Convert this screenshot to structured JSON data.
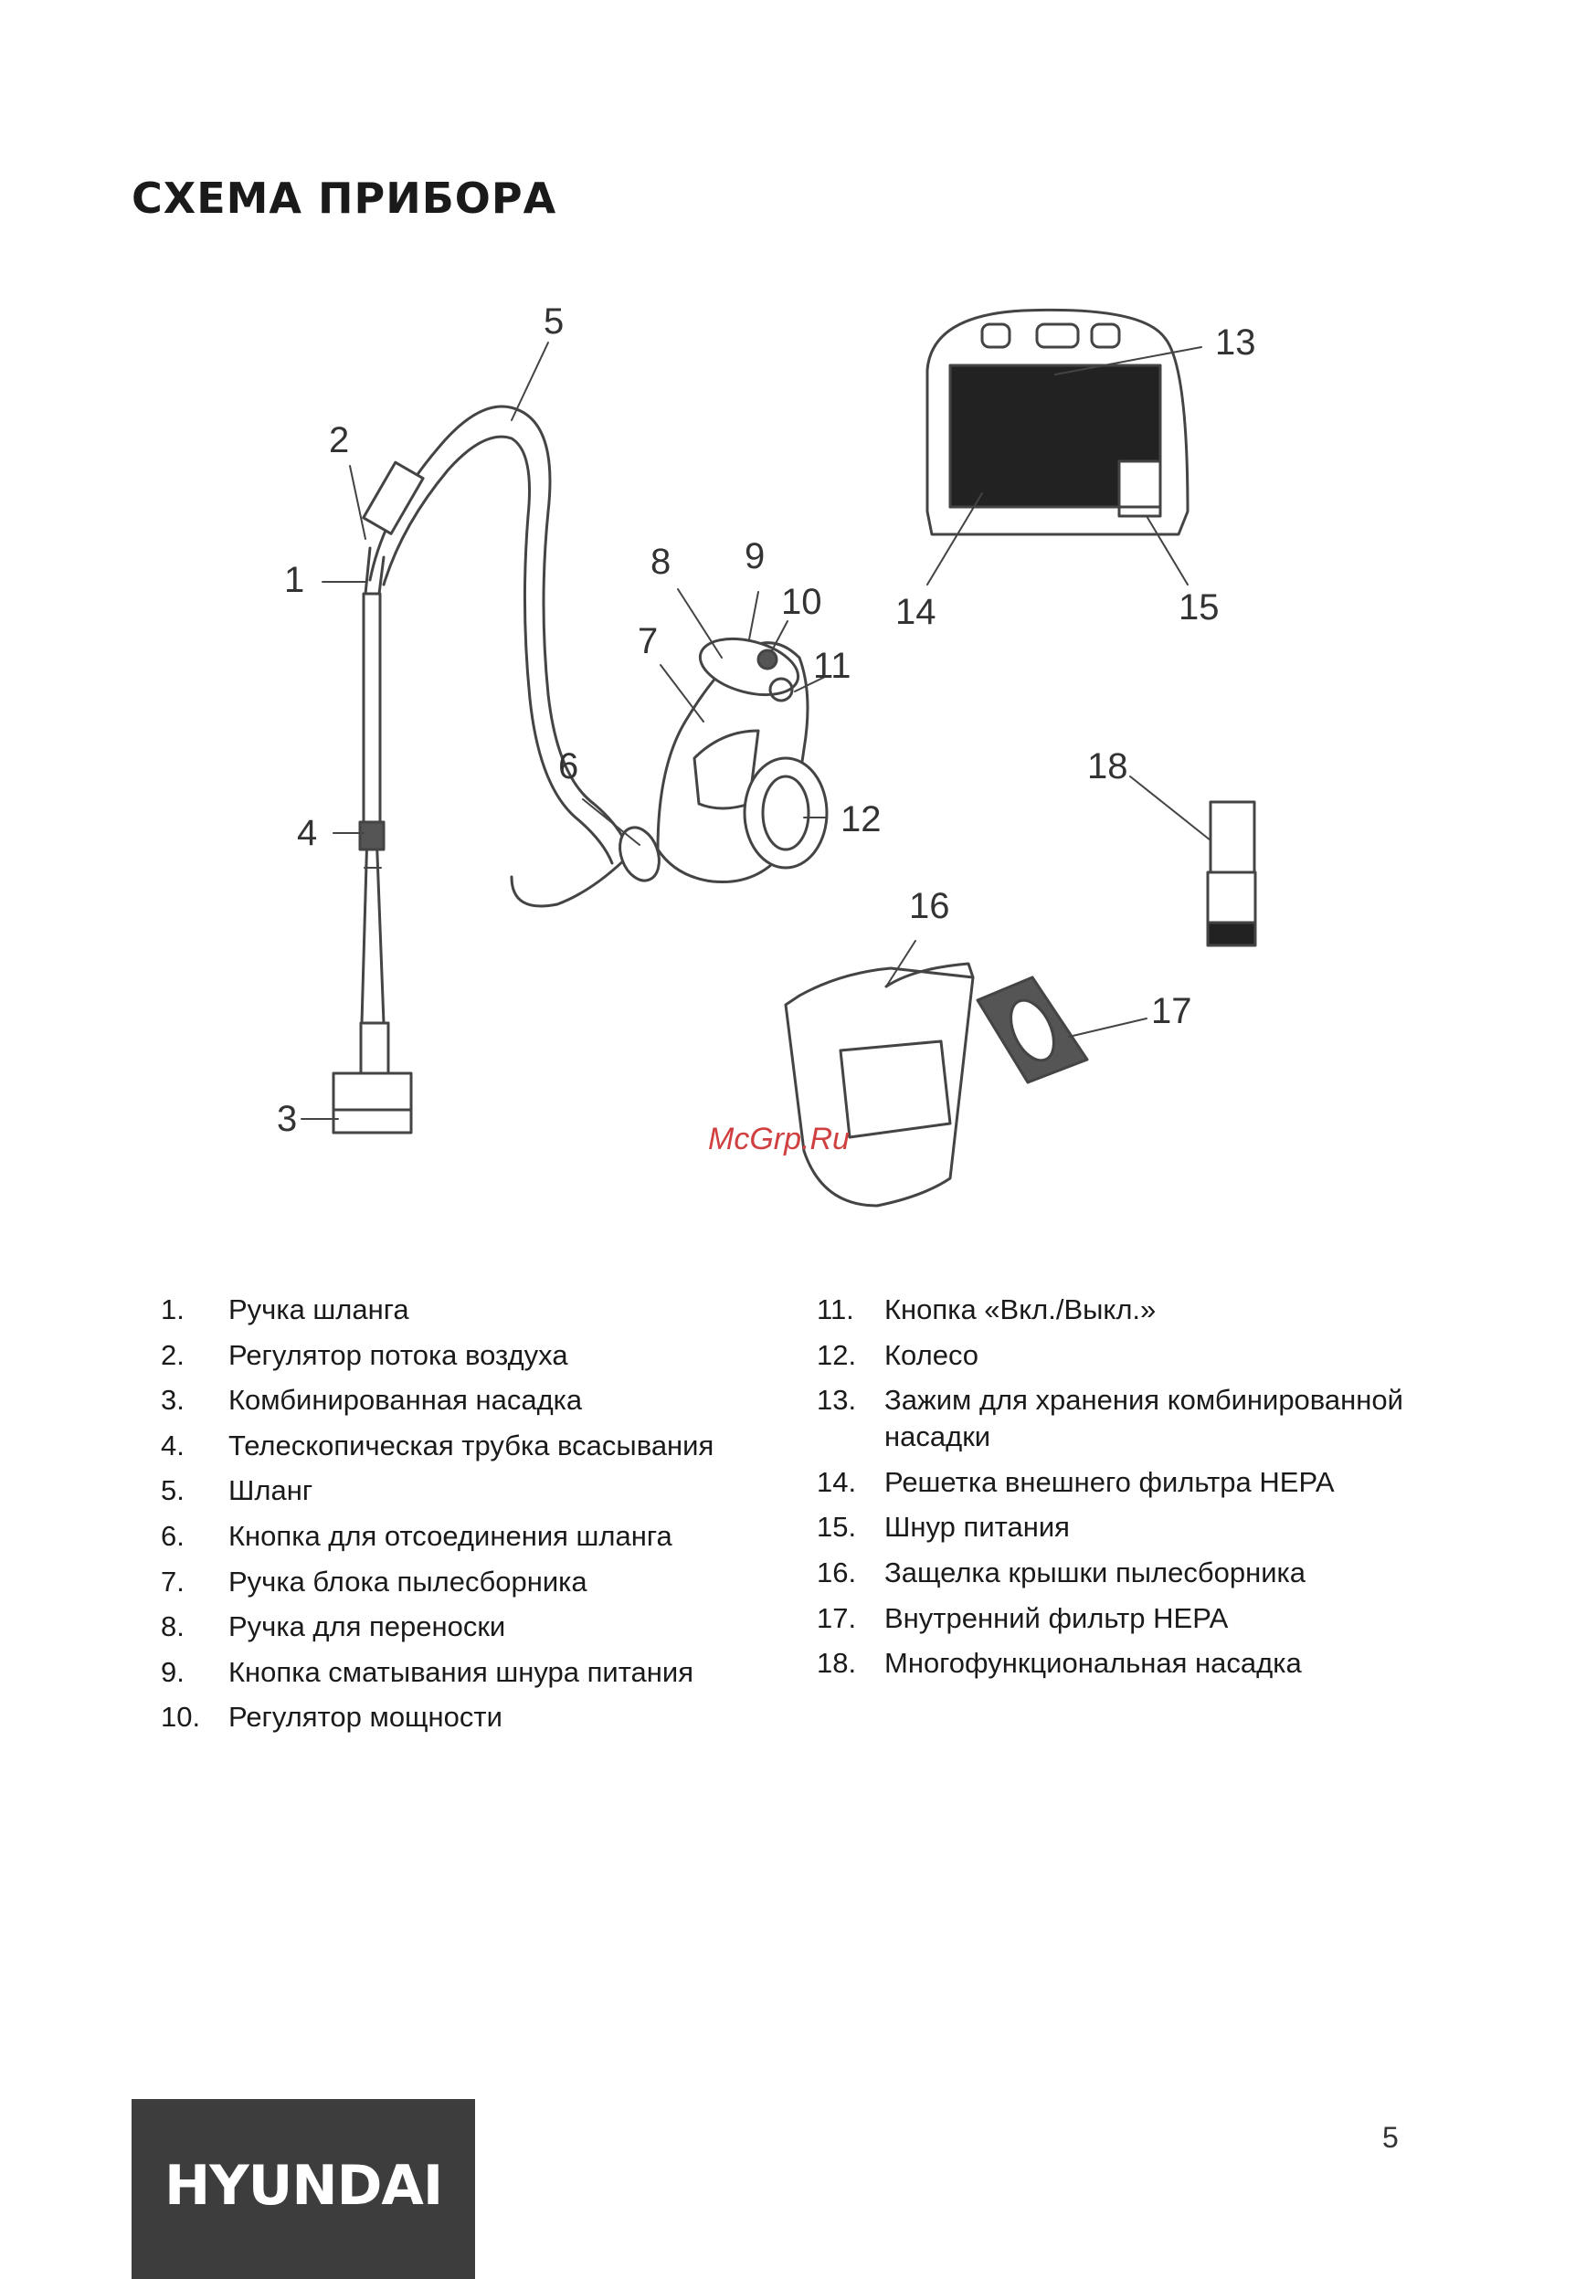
{
  "page": {
    "title": "СХЕМА ПРИБОРА",
    "watermark": "McGrp.Ru",
    "brand": "HYUNDAI",
    "page_number": "5"
  },
  "colors": {
    "brand_block": "#3d3d3d",
    "text": "#1a1a1a",
    "line_art": "#444444",
    "watermark": "#d04040"
  },
  "diagram": {
    "callouts": [
      "1",
      "2",
      "3",
      "4",
      "5",
      "6",
      "7",
      "8",
      "9",
      "10",
      "11",
      "12",
      "13",
      "14",
      "15",
      "16",
      "17",
      "18"
    ]
  },
  "legend": {
    "col1": [
      {
        "num": "1.",
        "label": "Ручка шланга"
      },
      {
        "num": "2.",
        "label": "Регулятор потока воздуха"
      },
      {
        "num": "3.",
        "label": "Комбинированная насадка"
      },
      {
        "num": "4.",
        "label": "Телескопическая трубка всасывания"
      },
      {
        "num": "5.",
        "label": "Шланг"
      },
      {
        "num": "6.",
        "label": "Кнопка для отсоединения шланга"
      },
      {
        "num": "7.",
        "label": "Ручка блока пылесборника"
      },
      {
        "num": "8.",
        "label": "Ручка для переноски"
      },
      {
        "num": "9.",
        "label": "Кнопка сматывания шнура питания"
      },
      {
        "num": "10.",
        "label": "Регулятор мощности"
      }
    ],
    "col2": [
      {
        "num": "11.",
        "label": "Кнопка «Вкл./Выкл.»"
      },
      {
        "num": "12.",
        "label": "Колесо"
      },
      {
        "num": "13.",
        "label": "Зажим для хранения комбинированной насадки"
      },
      {
        "num": "14.",
        "label": "Решетка внешнего фильтра HEPA"
      },
      {
        "num": "15.",
        "label": "Шнур питания"
      },
      {
        "num": "16.",
        "label": "Защелка крышки пылесборника"
      },
      {
        "num": "17.",
        "label": "Внутренний фильтр HEPA"
      },
      {
        "num": "18.",
        "label": "Многофункциональная насадка"
      }
    ]
  }
}
